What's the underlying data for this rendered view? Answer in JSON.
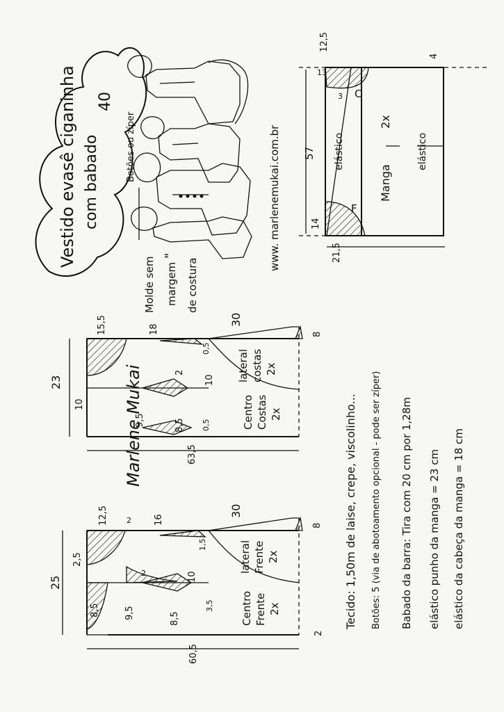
{
  "title": {
    "line1": "Vestido evasê ciganinha",
    "line2": "com babado",
    "size": "40"
  },
  "illustration_labels": {
    "buttons_or_zipper": "Botões ou zíper"
  },
  "website": "www. marlenemukai.com.br",
  "seam_note": {
    "line1": "Molde sem",
    "line2": "margem",
    "line3": "de costura",
    "ditto": "\""
  },
  "sleeve": {
    "label": "Manga",
    "count": "2x",
    "elastic_top": "elástico",
    "elastic_bottom": "elástico",
    "point_c": "C",
    "point_f": "F",
    "dims": {
      "length": "57",
      "top_height": "12,5",
      "cuff_height": "4",
      "left_small": "13",
      "left_small2": "3",
      "left_bottom": "14",
      "half_width": "21,5"
    }
  },
  "back": {
    "center_label": "Centro",
    "center_label2": "Costas",
    "center_count": "2x",
    "side_label": "lateral",
    "side_label2": "costas",
    "side_count": "2x",
    "dims": {
      "total_width": "23",
      "center_width": "10",
      "neck": "15,5",
      "bodice": "18",
      "skirt": "30",
      "hem_rise": "8",
      "dart_side": "0,5",
      "waist_dart": "2",
      "side_panel": "10",
      "center_waist": "9,5",
      "center_low": "8,5",
      "center_dart": "0,5",
      "length": "63,5"
    }
  },
  "front": {
    "center_label": "Centro",
    "center_label2": "Frente",
    "center_count": "2x",
    "side_label": "lateral",
    "side_label2": "Frente",
    "side_count": "2x",
    "dims": {
      "total_width": "25",
      "top": "12,5",
      "bust_dart": "2",
      "bust_dart2": "2",
      "bodice": "16",
      "skirt": "30",
      "hem_rise": "8",
      "shoulder": "2,5",
      "center_top": "8,5",
      "center_waist": "9,5",
      "center_low": "8,5",
      "side_low": "3,5",
      "side_dart": "1,5",
      "side_panel": "10",
      "length": "60,5",
      "hem_extension": "2"
    }
  },
  "notes": {
    "fabric": "Tecido: 1,50m de laise, crepe, viscolinho...",
    "buttons": "Botões: 5  (via de abotoamento opcional - pode ser zíper)",
    "ruffle": "Babado da barra: Tira com 20 cm por 1,28m",
    "elastic_cuff": "elástico punho da manga = 23 cm",
    "elastic_sleeve_head": "elástico da cabeça da manga = 18 cm"
  },
  "signature": "Marlene Mukai"
}
